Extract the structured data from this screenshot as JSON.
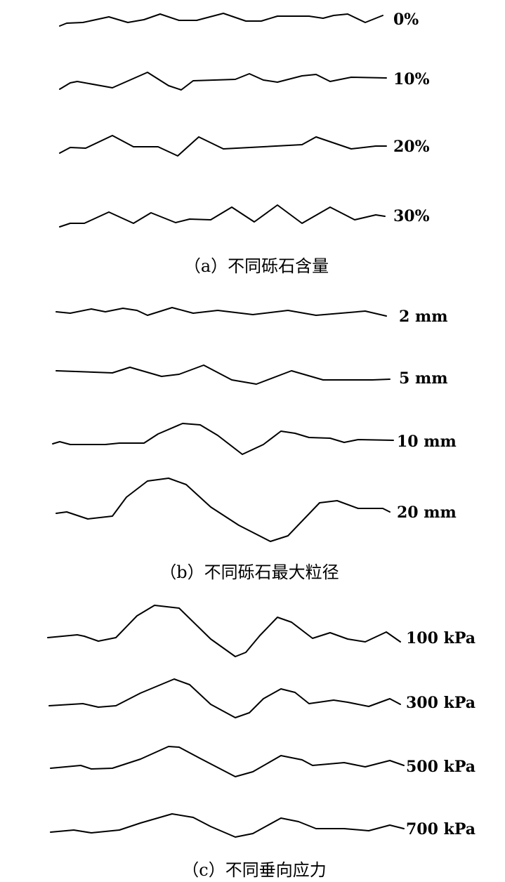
{
  "panels": [
    {
      "caption": "（a）不同砾石含量",
      "labels": [
        "0%",
        "10%",
        "20%",
        "30%"
      ]
    },
    {
      "caption": "（b）不同砾石最大粒径",
      "labels": [
        "2 mm",
        "5 mm",
        "10 mm",
        "20 mm"
      ]
    },
    {
      "caption": "（c）不同垂向应力",
      "labels": [
        "100 kPa",
        "300 kPa",
        "500 kPa",
        "700 kPa"
      ]
    }
  ]
}
